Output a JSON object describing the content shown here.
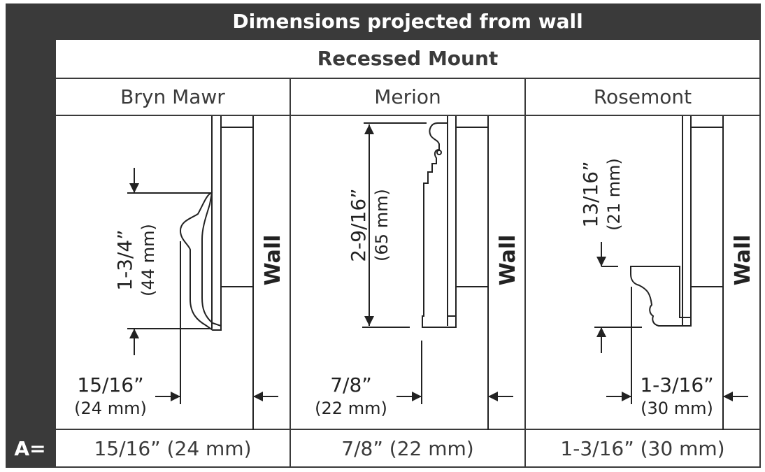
{
  "header": {
    "title": "Dimensions projected from wall"
  },
  "subheader": {
    "label": "Recessed Mount"
  },
  "row_label": "A=",
  "wall_label": "Wall",
  "columns": [
    {
      "name": "Bryn Mawr",
      "height_in": "1-3/4”",
      "height_mm": "(44 mm)",
      "proj_in": "15/16”",
      "proj_mm": "(24 mm)",
      "a_value": "15/16” (24 mm)"
    },
    {
      "name": "Merion",
      "height_in": "2-9/16”",
      "height_mm": "(65 mm)",
      "proj_in": "7/8”",
      "proj_mm": "(22 mm)",
      "a_value": "7/8” (22 mm)"
    },
    {
      "name": "Rosemont",
      "height_in": "13/16”",
      "height_mm": "(21 mm)",
      "proj_in": "1-3/16”",
      "proj_mm": "(30 mm)",
      "a_value": "1-3/16” (30 mm)"
    }
  ],
  "colors": {
    "dark": "#3a3a3a",
    "line": "#222222"
  }
}
